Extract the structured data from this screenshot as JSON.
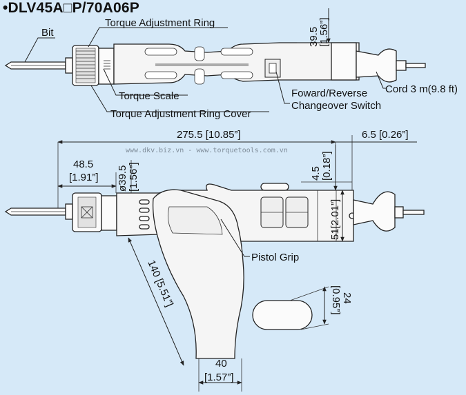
{
  "title": "•DLV45A□P/70A06P",
  "watermark": "www.dkv.biz.vn - www.torquetools.com.vn",
  "labels": {
    "bit": "Bit",
    "torque_adjustment_ring": "Torque Adjustment Ring",
    "torque_scale": "Torque Scale",
    "torque_adjustment_ring_cover": "Torque Adjustment Ring Cover",
    "forward_reverse_line1": "Foward/Reverse",
    "forward_reverse_line2": "Changeover Switch",
    "cord": "Cord 3 m(9.8 ft)",
    "pistol_grip": "Pistol Grip"
  },
  "dimensions": {
    "top_height": "39.5",
    "top_height_in": "[1.56”]",
    "overall_length": "275.5 [10.85”]",
    "tail": "6.5 [0.26”]",
    "front_length": "48.5",
    "front_length_in": "[1.91”]",
    "ring_diameter": "ø39.5",
    "ring_diameter_in": "[1.56”]",
    "step": "4.5",
    "step_in": "[0.18”]",
    "body_height": "51[2.01”]",
    "grip_length": "140 [5.51”]",
    "grip_width": "40",
    "grip_width_in": "[1.57”]",
    "grip_section": "24",
    "grip_section_in": "[0.95”]"
  }
}
